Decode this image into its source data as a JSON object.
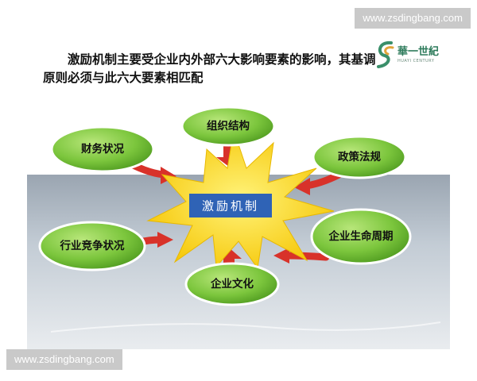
{
  "watermarks": {
    "top": "www.zsdingbang.com",
    "bottom": "www.zsdingbang.com"
  },
  "slide": {
    "heading": "激励机制主要受企业内外部六大影响要素的影响，其基调原则必须与此六大要素相匹配",
    "logo_text": "華一世紀",
    "logo_subtext": "HUAYI CENTURY"
  },
  "diagram": {
    "center": "激励机制",
    "nodes": [
      "组织结构",
      "财务状况",
      "政策法规",
      "行业竞争状况",
      "企业生命周期",
      "企业文化"
    ]
  },
  "colors": {
    "node_fill": "#7cc63d",
    "center_burst": "#f7d51a",
    "center_box": "#2f63b6",
    "arrow": "#d8322a"
  },
  "icons": [
    "arrow-icon",
    "starburst-icon",
    "logo-swirl-icon"
  ]
}
